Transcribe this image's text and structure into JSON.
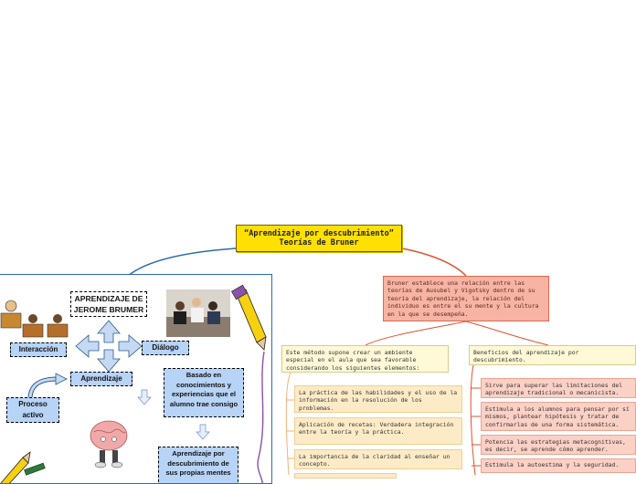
{
  "central_topic": {
    "line1": "“Aprendizaje por descubrimiento”",
    "line2": "Teorías de Bruner"
  },
  "image_panel": {
    "title_line1": "APRENDIZAJE DE",
    "title_line2": "JEROME BRUMER",
    "interaccion": "Interacción",
    "dialogo": "Diálogo",
    "aprendizaje": "Aprendizaje",
    "proceso_activo_line1": "Proceso",
    "proceso_activo_line2": "activo",
    "basado_en": "Basado en conocimientos y experiencias que el alumno trae consigo",
    "descubrimiento": "Aprendizaje por descubrimiento de sus propias mentes"
  },
  "bruner_node": {
    "text": "Bruner establece una relación entre las teorías de Ausubel y Vigotsky dentro de su teoría del aprendizaje, la relación del individuo es entre el su mente y la cultura en la que se desempeña."
  },
  "metodo_node": {
    "text": "Este método supone crear un ambiente especial en el aula que sea favorable considerando los siguientes elementos:",
    "children": [
      "La práctica de las habilidades y el uso de la información en la resolución de los problemas.",
      "Aplicación de recetas: Verdadera integración entre la teoría y la práctica.",
      "La importancia de la claridad al enseñar un concepto."
    ]
  },
  "beneficios_node": {
    "text": "Beneficios del aprendizaje por descubrimiento.",
    "children": [
      "Sirve para superar las limitaciones del aprendizaje tradicional o mecanicista.",
      "Estimula a los alumnos para pensar por sí mismos, plantear hipótesis y tratar de confirmarlas de una forma sistemática.",
      "Potencia las estrategias metacognitivas, es decir, se aprende cómo aprender.",
      "Estimula la autoestima y la seguridad."
    ]
  },
  "colors": {
    "central": "#ffe000",
    "branch_left": "#2c6cb0",
    "branch_right": "#e0532f",
    "bruner_node": "#f7b3a3",
    "metodo_node": "#fff9d7",
    "metodo_children": "#fdebc7",
    "beneficios_children": "#fbd0c5"
  }
}
